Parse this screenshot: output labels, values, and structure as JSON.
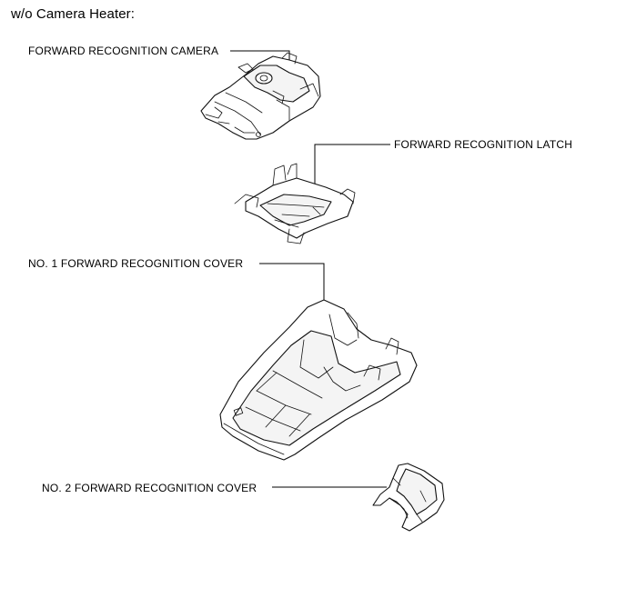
{
  "diagram": {
    "title": "w/o Camera Heater:",
    "labels": {
      "camera": "FORWARD RECOGNITION CAMERA",
      "latch": "FORWARD RECOGNITION LATCH",
      "cover1": "NO. 1 FORWARD RECOGNITION COVER",
      "cover2": "NO. 2 FORWARD RECOGNITION COVER"
    }
  }
}
